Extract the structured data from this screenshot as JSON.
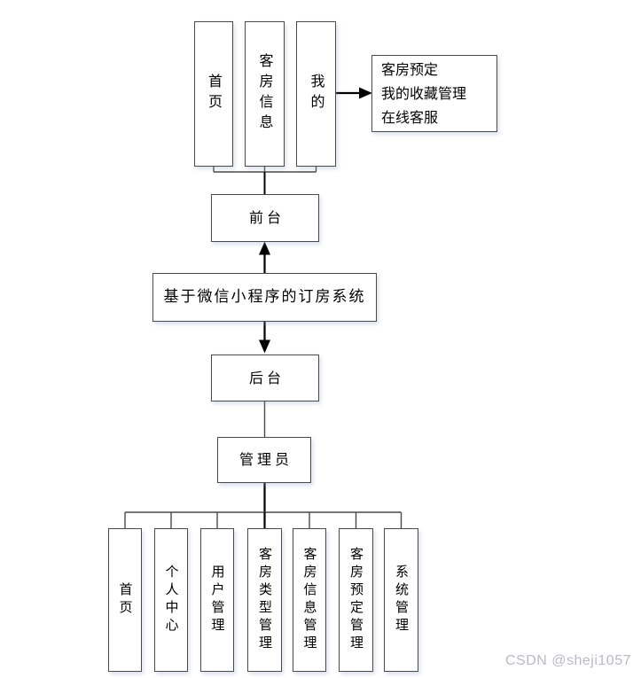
{
  "diagram": {
    "system_title": "基于微信小程序的订房系统",
    "frontend": {
      "label": "前台",
      "pages": [
        "首页",
        "客房信息",
        "我的"
      ],
      "mine_features": [
        "客房预定",
        "我的收藏管理",
        "在线客服"
      ]
    },
    "backend": {
      "label": "后台",
      "admin_label": "管理员",
      "modules": [
        "首页",
        "个人中心",
        "用户管理",
        "客房类型管理",
        "客房信息管理",
        "客房预定管理",
        "系统管理"
      ]
    }
  },
  "watermark": "CSDN @sheji1057",
  "colors": {
    "background": "#ffffff",
    "box_border": "#4a4a4a",
    "connector_line": "#4a4a4a",
    "arrow": "#000000",
    "text": "#000000",
    "watermark": "#b9bac6"
  }
}
